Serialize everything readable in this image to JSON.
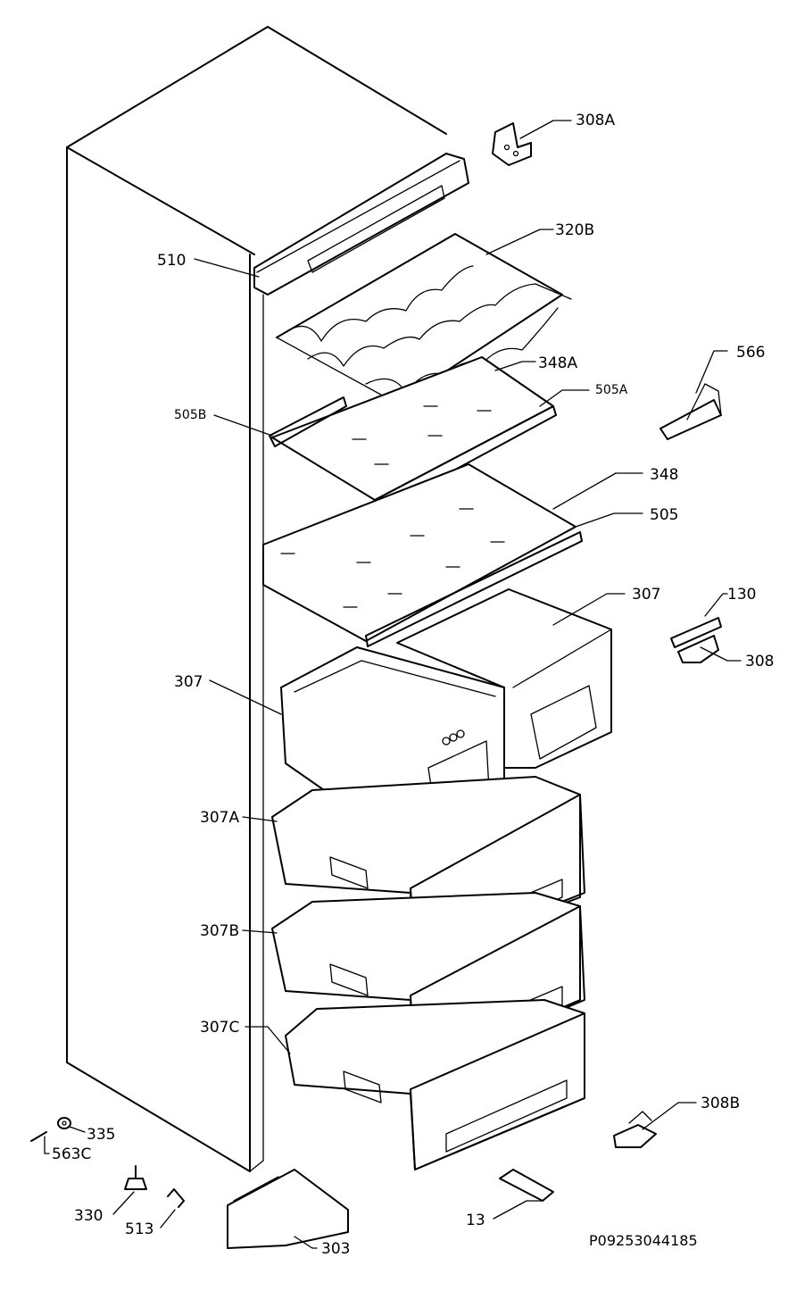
{
  "labels": {
    "p308A": "308A",
    "p320B": "320B",
    "p510": "510",
    "p348A": "348A",
    "p505A": "505A",
    "p505B": "505B",
    "p566": "566",
    "p348": "348",
    "p505": "505",
    "p307_right": "307",
    "p130": "130",
    "p308": "308",
    "p307_left": "307",
    "p307A": "307A",
    "p307B": "307B",
    "p307C": "307C",
    "p335": "335",
    "p563C": "563C",
    "p308B": "308B",
    "p330": "330",
    "p513": "513",
    "p13": "13",
    "p303": "303"
  },
  "drawing_code": "P09253044185"
}
